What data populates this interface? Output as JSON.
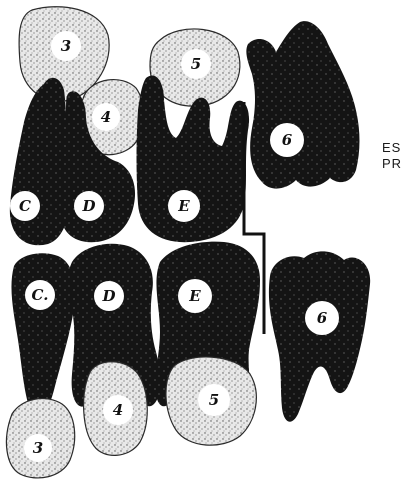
{
  "colors": {
    "permanent_tooth_fill": "#e4e4e4",
    "permanent_tooth_stroke": "#2a2a2a",
    "deciduous_tooth_fill": "#141414",
    "label_disc_fill": "#ffffff",
    "divider": "#111111"
  },
  "upper_arch": {
    "permanent_germs": [
      "3",
      "4",
      "5"
    ],
    "deciduous_teeth": [
      "C",
      "D",
      "E"
    ],
    "permanent_molar": "6"
  },
  "lower_arch": {
    "deciduous_teeth": [
      "C.",
      "D",
      "E"
    ],
    "permanent_molar": "6",
    "permanent_germs": [
      "3",
      "4",
      "5"
    ]
  },
  "side_legend": {
    "line1": "ES",
    "line2": "PR"
  }
}
